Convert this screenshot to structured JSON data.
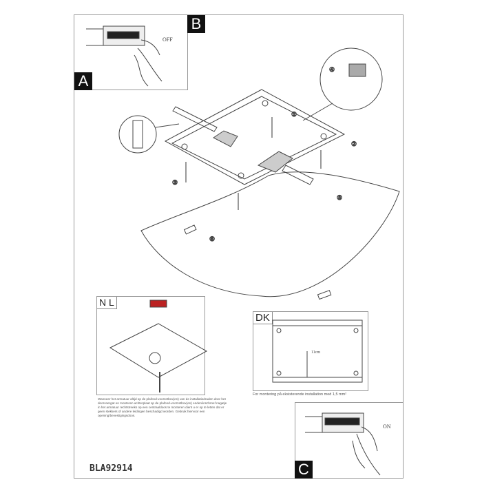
{
  "panels": {
    "a": {
      "tag": "A"
    },
    "b": {
      "tag": "B",
      "switch_label": "OFF"
    },
    "c": {
      "tag": "C",
      "switch_label": "ON"
    },
    "nl": {
      "tag": "N L",
      "text": "Wanneer het armatuur altijd op de plafond-voorzetbox(en) van de installatiedraden door het doorvoergat en monteren achterplaat op de plafond-voorzetbox(en) enden/inschroef nagatje in het armatuur rechtstreeks op een centraaldoos te monteren dient u er op te letten dat er geen stekkers of andere leidingen beschadigd worden. Gebruik hiervoor een opening/bevestigingsdoos."
    },
    "dk": {
      "tag": "DK",
      "measure": "11cm",
      "caption": "For montering på eksisterende installation med 1,5 mm²"
    }
  },
  "steps": [
    "①",
    "②",
    "③",
    "④",
    "⑤",
    "⑥"
  ],
  "model_code": "BLA92914"
}
